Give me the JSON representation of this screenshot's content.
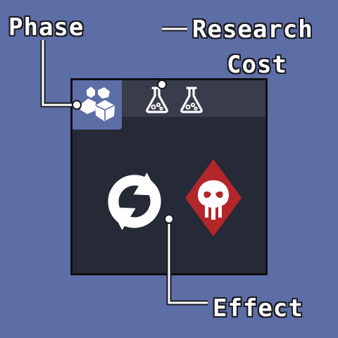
{
  "labels": {
    "phase": "Phase",
    "research_line1": "Research",
    "research_line2": "Cost",
    "effect": "Effect"
  },
  "card": {
    "phase_icon": "cubes-icon",
    "research_cost_icons": [
      "flask-icon",
      "flask-icon"
    ],
    "effect_icons": [
      "cycle-arrows-icon",
      "skull-diamond-icon"
    ]
  },
  "colors": {
    "background": "#5d6ea6",
    "card_body": "#262a36",
    "card_header": "#393c4b",
    "phase_box": "#5d6ea6",
    "effect_red": "#b3262a",
    "label_text": "#ffffff"
  }
}
